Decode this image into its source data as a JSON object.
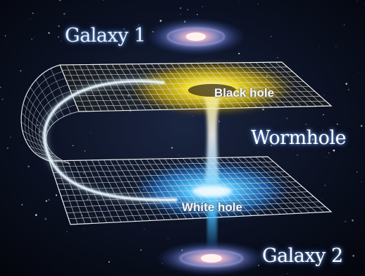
{
  "labels": {
    "galaxy_1": "Galaxy 1",
    "black_hole": "Black hole",
    "wormhole": "Wormhole",
    "white_hole": "White hole",
    "galaxy_2": "Galaxy 2"
  },
  "colors": {
    "space_background": "#05070f",
    "grid_lines": "#dcdcdc",
    "black_hole_glow": "#f2d600",
    "white_hole_glow": "#3fb8ff",
    "tunnel_beam": "#ffffff"
  },
  "icons": [
    "galaxy-icon",
    "black-hole-icon",
    "white-hole-icon"
  ]
}
